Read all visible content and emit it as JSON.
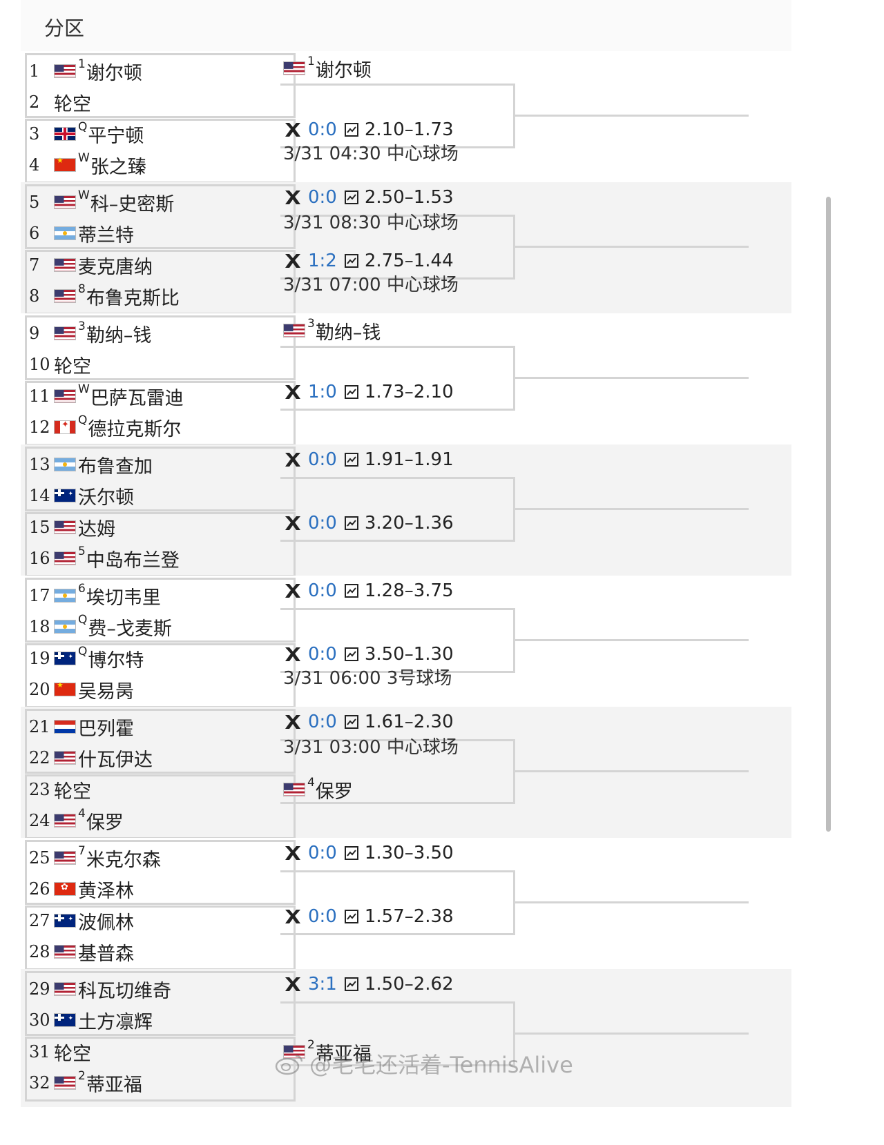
{
  "header": {
    "title": "分区"
  },
  "watermark": "@毛毛还活着-TennisAlive",
  "sections": [
    {
      "players": [
        {
          "num": "1",
          "flag": "usa",
          "seed": "1",
          "name": "谢尔顿"
        },
        {
          "num": "2",
          "flag": "",
          "seed": "",
          "name": "轮空"
        },
        {
          "num": "3",
          "flag": "gbr",
          "seed": "Q",
          "name": "平宁顿"
        },
        {
          "num": "4",
          "flag": "chn",
          "seed": "W",
          "name": "张之臻"
        }
      ],
      "slot_top": {
        "type": "winner",
        "flag": "usa",
        "seed": "1",
        "name": "谢尔顿"
      },
      "slot_bottom": {
        "type": "odds",
        "score": "0:0",
        "odds": "2.10–1.73",
        "schedule": "3/31 04:30 中心球场"
      }
    },
    {
      "players": [
        {
          "num": "5",
          "flag": "usa",
          "seed": "W",
          "name": "科–史密斯"
        },
        {
          "num": "6",
          "flag": "arg",
          "seed": "",
          "name": "蒂兰特"
        },
        {
          "num": "7",
          "flag": "usa",
          "seed": "",
          "name": "麦克唐纳"
        },
        {
          "num": "8",
          "flag": "usa",
          "seed": "8",
          "name": "布鲁克斯比"
        }
      ],
      "slot_top": {
        "type": "odds",
        "score": "0:0",
        "odds": "2.50–1.53",
        "schedule": "3/31 08:30 中心球场"
      },
      "slot_bottom": {
        "type": "odds",
        "score": "1:2",
        "odds": "2.75–1.44",
        "schedule": "3/31 07:00 中心球场"
      }
    },
    {
      "players": [
        {
          "num": "9",
          "flag": "usa",
          "seed": "3",
          "name": "勒纳–钱"
        },
        {
          "num": "10",
          "flag": "",
          "seed": "",
          "name": "轮空"
        },
        {
          "num": "11",
          "flag": "usa",
          "seed": "W",
          "name": "巴萨瓦雷迪"
        },
        {
          "num": "12",
          "flag": "can",
          "seed": "Q",
          "name": "德拉克斯尔"
        }
      ],
      "slot_top": {
        "type": "winner",
        "flag": "usa",
        "seed": "3",
        "name": "勒纳–钱"
      },
      "slot_bottom": {
        "type": "odds",
        "score": "1:0",
        "odds": "1.73–2.10",
        "schedule": ""
      }
    },
    {
      "players": [
        {
          "num": "13",
          "flag": "arg",
          "seed": "",
          "name": "布鲁查加"
        },
        {
          "num": "14",
          "flag": "aus",
          "seed": "",
          "name": "沃尔顿"
        },
        {
          "num": "15",
          "flag": "usa",
          "seed": "",
          "name": "达姆"
        },
        {
          "num": "16",
          "flag": "usa",
          "seed": "5",
          "name": "中岛布兰登"
        }
      ],
      "slot_top": {
        "type": "odds",
        "score": "0:0",
        "odds": "1.91–1.91",
        "schedule": ""
      },
      "slot_bottom": {
        "type": "odds",
        "score": "0:0",
        "odds": "3.20–1.36",
        "schedule": ""
      }
    },
    {
      "players": [
        {
          "num": "17",
          "flag": "arg",
          "seed": "6",
          "name": "埃切韦里"
        },
        {
          "num": "18",
          "flag": "arg",
          "seed": "Q",
          "name": "费–戈麦斯"
        },
        {
          "num": "19",
          "flag": "aus",
          "seed": "Q",
          "name": "博尔特"
        },
        {
          "num": "20",
          "flag": "chn",
          "seed": "",
          "name": "吴易昺"
        }
      ],
      "slot_top": {
        "type": "odds",
        "score": "0:0",
        "odds": "1.28–3.75",
        "schedule": ""
      },
      "slot_bottom": {
        "type": "odds",
        "score": "0:0",
        "odds": "3.50–1.30",
        "schedule": "3/31 06:00 3号球场"
      }
    },
    {
      "players": [
        {
          "num": "21",
          "flag": "par",
          "seed": "",
          "name": "巴列霍"
        },
        {
          "num": "22",
          "flag": "usa",
          "seed": "",
          "name": "什瓦伊达"
        },
        {
          "num": "23",
          "flag": "",
          "seed": "",
          "name": "轮空"
        },
        {
          "num": "24",
          "flag": "usa",
          "seed": "4",
          "name": "保罗"
        }
      ],
      "slot_top": {
        "type": "odds",
        "score": "0:0",
        "odds": "1.61–2.30",
        "schedule": "3/31 03:00 中心球场"
      },
      "slot_bottom": {
        "type": "winner",
        "flag": "usa",
        "seed": "4",
        "name": "保罗"
      }
    },
    {
      "players": [
        {
          "num": "25",
          "flag": "usa",
          "seed": "7",
          "name": "米克尔森"
        },
        {
          "num": "26",
          "flag": "hkg",
          "seed": "",
          "name": "黄泽林"
        },
        {
          "num": "27",
          "flag": "aus",
          "seed": "",
          "name": "波佩林"
        },
        {
          "num": "28",
          "flag": "usa",
          "seed": "",
          "name": "基普森"
        }
      ],
      "slot_top": {
        "type": "odds",
        "score": "0:0",
        "odds": "1.30–3.50",
        "schedule": ""
      },
      "slot_bottom": {
        "type": "odds",
        "score": "0:0",
        "odds": "1.57–2.38",
        "schedule": ""
      }
    },
    {
      "players": [
        {
          "num": "29",
          "flag": "usa",
          "seed": "",
          "name": "科瓦切维奇"
        },
        {
          "num": "30",
          "flag": "aus",
          "seed": "",
          "name": "土方凛辉"
        },
        {
          "num": "31",
          "flag": "",
          "seed": "",
          "name": "轮空"
        },
        {
          "num": "32",
          "flag": "usa",
          "seed": "2",
          "name": "蒂亚福"
        }
      ],
      "slot_top": {
        "type": "odds",
        "score": "3:1",
        "odds": "1.50–2.62",
        "schedule": ""
      },
      "slot_bottom": {
        "type": "winner",
        "flag": "usa",
        "seed": "2",
        "name": "蒂亚福"
      }
    }
  ]
}
